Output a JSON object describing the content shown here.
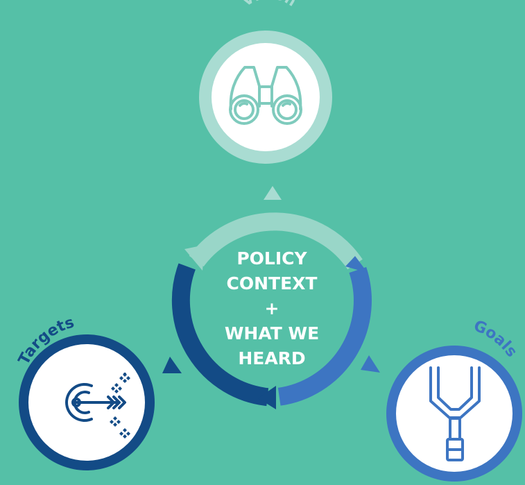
{
  "center": {
    "line1": "POLICY",
    "line2": "CONTEXT",
    "line3": "+",
    "line4": "WHAT WE",
    "line5": "HEARD"
  },
  "nodes": {
    "vision": {
      "label": "Vision",
      "icon": "binoculars-icon",
      "color": "#a9dcd2"
    },
    "targets": {
      "label": "Targets",
      "icon": "target-arrow-icon",
      "color": "#134b86"
    },
    "goals": {
      "label": "Goals",
      "icon": "goalpost-icon",
      "color": "#3d75c2"
    }
  },
  "colors": {
    "background": "#55c0a7",
    "ring_top": "#99d6c8",
    "ring_left": "#134b86",
    "ring_right": "#3d75c2"
  }
}
